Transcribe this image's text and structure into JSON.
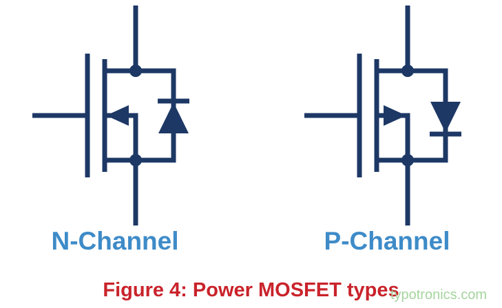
{
  "figure": {
    "caption": "Figure 4: Power MOSFET types",
    "watermark": "typotronics.com",
    "labels": {
      "left": "N-Channel",
      "right": "P-Channel"
    }
  },
  "colors": {
    "symbol": "#1d3865",
    "label": "#3e8bc8",
    "caption": "#c9232b",
    "watermark": "#a6d49f",
    "background": "#ffffff"
  }
}
